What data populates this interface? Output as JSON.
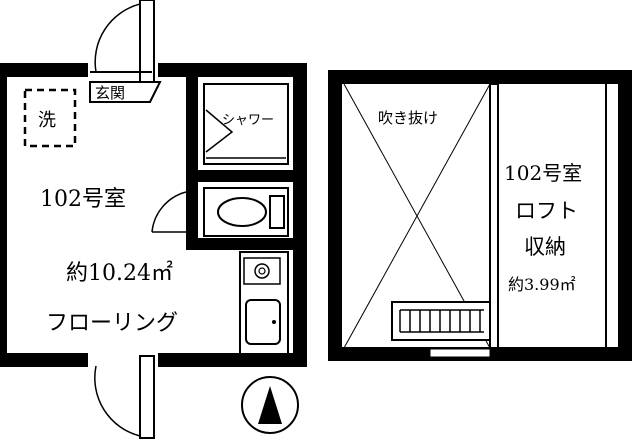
{
  "floor_plan": {
    "unit_102": {
      "room_number": "102号室",
      "area": "約10.24㎡",
      "flooring": "フローリング",
      "entrance": "玄関",
      "washer": "洗",
      "shower": "シャワー"
    },
    "loft": {
      "room_number": "102号室",
      "title_line1": "ロフト",
      "title_line2": "収納",
      "area": "約3.99㎡",
      "void": "吹き抜け"
    },
    "colors": {
      "wall": "#000000",
      "background": "#ffffff"
    },
    "icons": [
      "north-arrow-icon",
      "toilet-icon",
      "kitchen-sink-icon",
      "stove-icon",
      "ladder-icon"
    ]
  }
}
